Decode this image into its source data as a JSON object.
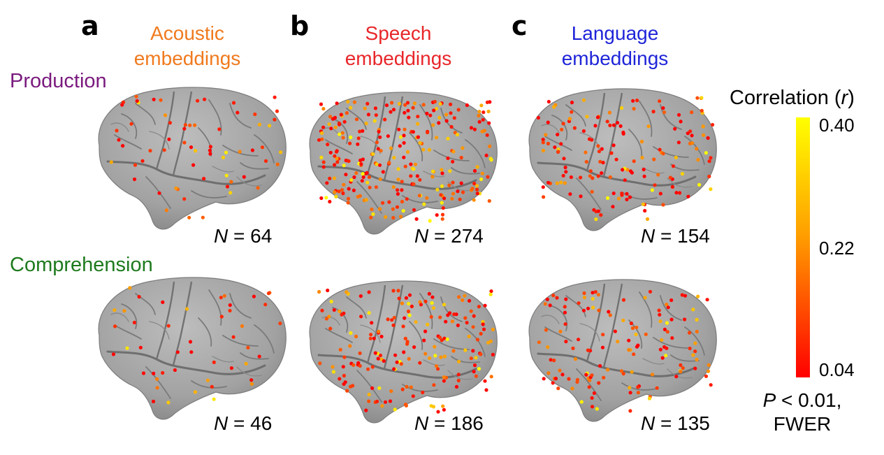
{
  "panels": [
    {
      "letter": "a",
      "title_line1": "Acoustic",
      "title_line2": "embeddings",
      "color": "#f07a1e"
    },
    {
      "letter": "b",
      "title_line1": "Speech",
      "title_line2": "embeddings",
      "color": "#e8262a"
    },
    {
      "letter": "c",
      "title_line1": "Language",
      "title_line2": "embeddings",
      "color": "#1f25d8"
    }
  ],
  "rows": [
    {
      "label": "Production",
      "color": "#7a1a7e"
    },
    {
      "label": "Comprehension",
      "color": "#1e7a1e"
    }
  ],
  "n_values": {
    "production": [
      "64",
      "274",
      "154"
    ],
    "comprehension": [
      "46",
      "186",
      "135"
    ]
  },
  "n_symbol": "N",
  "n_equals": " = ",
  "colorbar": {
    "title_prefix": "Correlation (",
    "title_var": "r",
    "title_suffix": ")",
    "max_label": "0.40",
    "mid_label": "0.22",
    "min_label": "0.04",
    "min": 0.04,
    "mid": 0.22,
    "max": 0.4,
    "color_low": "#ff0000",
    "color_high": "#ffff00"
  },
  "pvalue": {
    "line1_var": "P",
    "line1_rest": " < 0.01,",
    "line2": "FWER"
  },
  "brain_fill": "#a4a4a4"
}
